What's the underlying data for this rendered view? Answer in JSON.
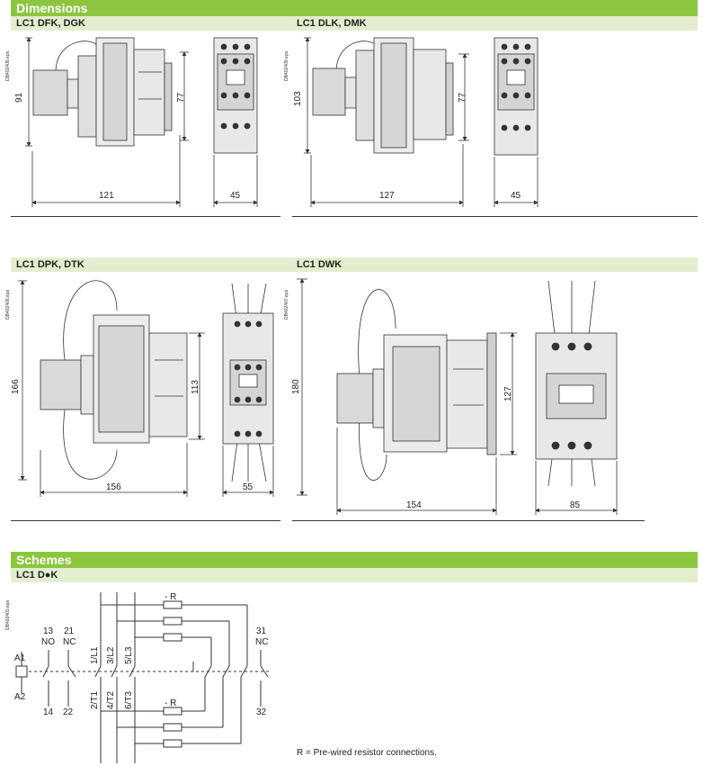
{
  "sections": {
    "dimensions": "Dimensions",
    "schemes": "Schemes"
  },
  "panels": {
    "p1": {
      "title": "LC1 DFK, DGK",
      "code": "DB402408.eps",
      "height": "91",
      "depth": "77",
      "width": "121",
      "width2": "45"
    },
    "p2": {
      "title": "LC1 DLK, DMK",
      "code": "DB402409.eps",
      "height": "103",
      "depth": "77",
      "width": "127",
      "width2": "45"
    },
    "p3": {
      "title": "LC1 DPK, DTK",
      "code": "DB402406.eps",
      "height": "166",
      "depth": "113",
      "width": "156",
      "width2": "55"
    },
    "p4": {
      "title": "LC1 DWK",
      "code": "DB402407.eps",
      "height": "180",
      "depth": "127",
      "width": "154",
      "width2": "85"
    }
  },
  "scheme": {
    "title": "LC1 D●K",
    "code": "DB402403.eps",
    "labels": {
      "no_num": "13",
      "no": "NO",
      "nc_num": "21",
      "nc": "NC",
      "nc2_num": "31",
      "nc2": "NC",
      "a1": "A1",
      "a2": "A2",
      "l1": "1/L1",
      "l2": "3/L2",
      "l3": "5/L3",
      "t1": "2/T1",
      "t2": "4/T2",
      "t3": "6/T3",
      "n14": "14",
      "n22": "22",
      "n32": "32",
      "r_top": "- R",
      "r_bottom": "- R"
    },
    "caption": "R = Pre-wired resistor connections."
  }
}
